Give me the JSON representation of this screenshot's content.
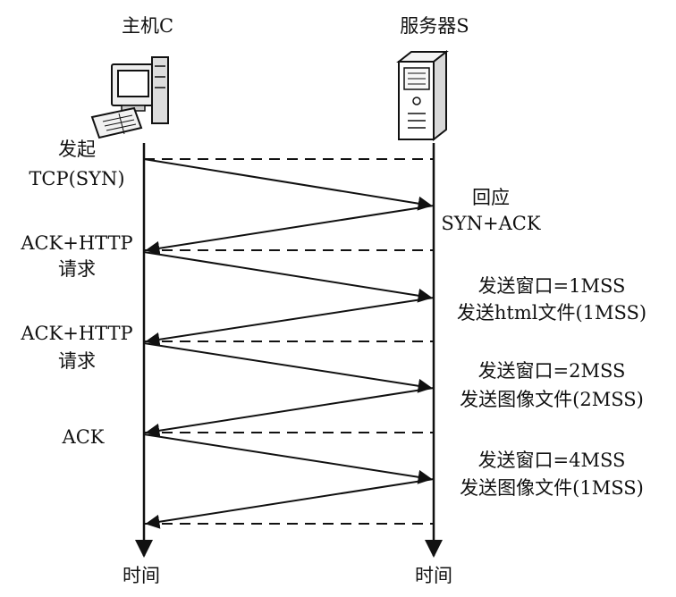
{
  "headers": {
    "host": "主机C",
    "server": "服务器S"
  },
  "time_labels": {
    "host": "时间",
    "server": "时间"
  },
  "events": {
    "host": [
      "发起",
      "TCP(SYN)",
      "ACK+HTTP",
      "请求",
      "ACK+HTTP",
      "请求",
      "ACK"
    ],
    "server": [
      "回应",
      "SYN+ACK",
      "发送窗口=1MSS",
      "发送html文件(1MSS)",
      "发送窗口=2MSS",
      "发送图像文件(2MSS)",
      "发送窗口=4MSS",
      "发送图像文件(1MSS)"
    ]
  },
  "icons": {
    "host": "desktop-computer-icon",
    "server": "server-tower-icon"
  },
  "colors": {
    "line": "#111111",
    "icon_fill": "#eeeeee",
    "icon_dark": "#222222"
  }
}
